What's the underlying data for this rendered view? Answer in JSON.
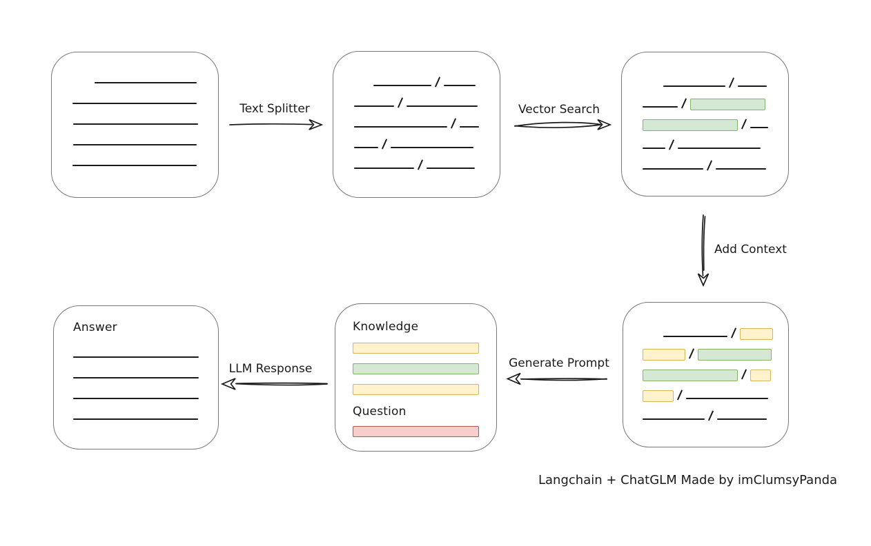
{
  "diagram": {
    "caption": "Langchain + ChatGLM Made by imClumsyPanda",
    "colors": {
      "line": "#1a1a1a",
      "box_border": "#767676",
      "green_fill": "#d5e8d4",
      "green_border": "#82b366",
      "yellow_fill": "#fff2cc",
      "yellow_border": "#d6b656",
      "red_fill": "#f8cecc",
      "red_border": "#b85450"
    },
    "arrows": {
      "text_splitter": {
        "label": "Text Splitter",
        "direction": "right"
      },
      "vector_search": {
        "label": "Vector Search",
        "direction": "right"
      },
      "add_context": {
        "label": "Add Context",
        "direction": "down"
      },
      "generate_prompt": {
        "label": "Generate Prompt",
        "direction": "left"
      },
      "llm_response": {
        "label": "LLM Response",
        "direction": "left"
      }
    },
    "boxes": {
      "source_document": {
        "lines": [
          {
            "indent": 32,
            "w": 148
          },
          {
            "indent": 0,
            "w": 180
          },
          {
            "indent": 1,
            "w": 181
          },
          {
            "indent": 1,
            "w": 179
          },
          {
            "indent": 0,
            "w": 180
          }
        ]
      },
      "split_chunks": {
        "rows": [
          {
            "indent": 28,
            "segs": [
              {
                "t": "line",
                "w": 84
              },
              {
                "t": "slash"
              },
              {
                "t": "line",
                "w": 46
              }
            ]
          },
          {
            "indent": 0,
            "segs": [
              {
                "t": "line",
                "w": 58
              },
              {
                "t": "slash"
              },
              {
                "t": "line",
                "w": 103
              }
            ]
          },
          {
            "indent": 0,
            "segs": [
              {
                "t": "line",
                "w": 135
              },
              {
                "t": "slash"
              },
              {
                "t": "line",
                "w": 28
              }
            ]
          },
          {
            "indent": 0,
            "segs": [
              {
                "t": "line",
                "w": 35
              },
              {
                "t": "slash"
              },
              {
                "t": "line",
                "w": 120
              }
            ]
          },
          {
            "indent": 0,
            "segs": [
              {
                "t": "line",
                "w": 87
              },
              {
                "t": "slash"
              },
              {
                "t": "line",
                "w": 70
              }
            ]
          }
        ]
      },
      "vector_search_result": {
        "rows": [
          {
            "indent": 30,
            "segs": [
              {
                "t": "line",
                "w": 90
              },
              {
                "t": "slash"
              },
              {
                "t": "line",
                "w": 42
              }
            ]
          },
          {
            "indent": 0,
            "segs": [
              {
                "t": "line",
                "w": 51
              },
              {
                "t": "slash"
              },
              {
                "t": "green",
                "w": 109
              }
            ]
          },
          {
            "indent": 0,
            "segs": [
              {
                "t": "green",
                "w": 138
              },
              {
                "t": "slash"
              },
              {
                "t": "line",
                "w": 26
              }
            ]
          },
          {
            "indent": 0,
            "segs": [
              {
                "t": "line",
                "w": 33
              },
              {
                "t": "slash"
              },
              {
                "t": "line",
                "w": 120
              }
            ]
          },
          {
            "indent": 0,
            "segs": [
              {
                "t": "line",
                "w": 88
              },
              {
                "t": "slash"
              },
              {
                "t": "line",
                "w": 73
              }
            ]
          }
        ]
      },
      "context_chunks": {
        "rows": [
          {
            "indent": 30,
            "segs": [
              {
                "t": "line",
                "w": 93
              },
              {
                "t": "slash"
              },
              {
                "t": "yellow",
                "w": 48
              }
            ]
          },
          {
            "indent": 0,
            "segs": [
              {
                "t": "yellow",
                "w": 62
              },
              {
                "t": "slash"
              },
              {
                "t": "green",
                "w": 107
              }
            ]
          },
          {
            "indent": 0,
            "segs": [
              {
                "t": "green",
                "w": 138
              },
              {
                "t": "slash"
              },
              {
                "t": "yellow",
                "w": 30
              }
            ]
          },
          {
            "indent": 0,
            "segs": [
              {
                "t": "yellow",
                "w": 45
              },
              {
                "t": "slash"
              },
              {
                "t": "line",
                "w": 119
              }
            ]
          },
          {
            "indent": 0,
            "segs": [
              {
                "t": "line",
                "w": 90
              },
              {
                "t": "slash"
              },
              {
                "t": "line",
                "w": 72
              }
            ]
          }
        ]
      },
      "prompt": {
        "knowledge_label": "Knowledge",
        "knowledge_bars": [
          "yellow",
          "green",
          "yellow"
        ],
        "question_label": "Question",
        "question_bars": [
          "red"
        ]
      },
      "answer": {
        "title": "Answer",
        "lines": [
          {
            "indent": 0,
            "w": 182
          },
          {
            "indent": 0,
            "w": 182
          },
          {
            "indent": 0,
            "w": 182
          },
          {
            "indent": 0,
            "w": 181
          }
        ]
      }
    }
  }
}
